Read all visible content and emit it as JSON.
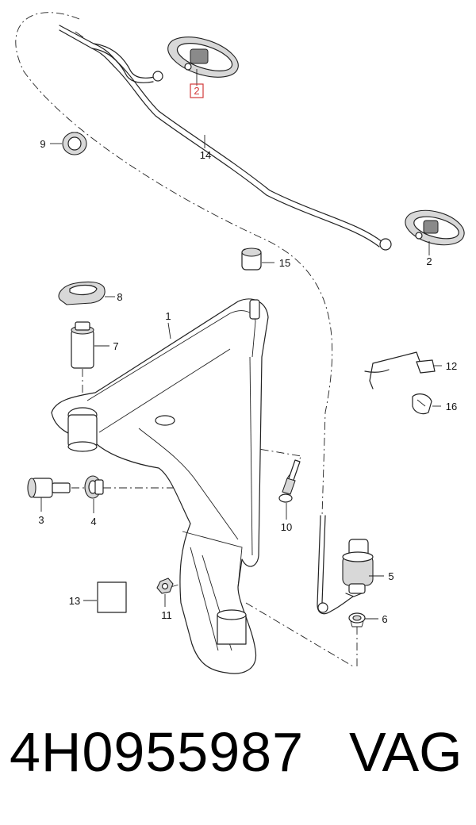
{
  "diagram": {
    "labels": {
      "p1": "1",
      "p2_top": "2",
      "p2_right": "2",
      "p3": "3",
      "p4": "4",
      "p5": "5",
      "p6": "6",
      "p7": "7",
      "p8": "8",
      "p9": "9",
      "p10": "10",
      "p11": "11",
      "p12": "12",
      "p13": "13",
      "p14": "14",
      "p15": "15",
      "p16": "16"
    },
    "highlight_color": "#d23a3a"
  },
  "footer": {
    "part_number": "4H0955987",
    "brand": "VAG"
  }
}
